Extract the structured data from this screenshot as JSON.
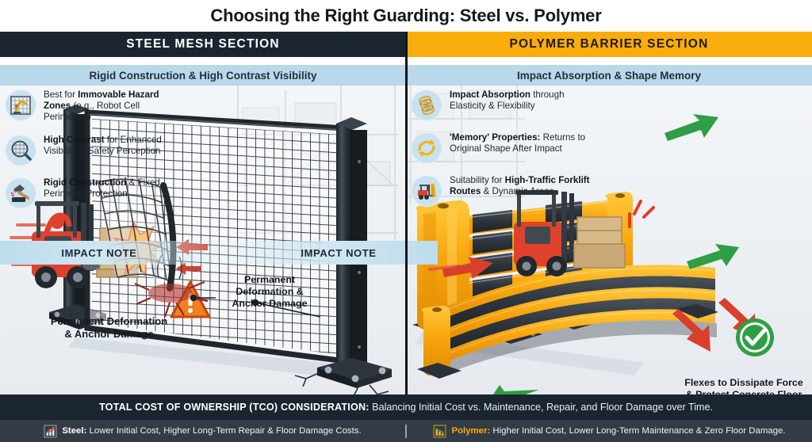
{
  "title": "Choosing the Right Guarding: Steel vs. Polymer",
  "left": {
    "header": "STEEL MESH SECTION",
    "subtitle": "Rigid Construction & High Contrast Visibility",
    "impact_note": "IMPACT NOTE",
    "features": [
      {
        "icon": "robot-arm-in-cage-icon",
        "bold1": "Immovable",
        "lead": "Best for ",
        "bold2": "Hazard Zones",
        "tail": " (e.g., Robot Cell Perimeters)"
      },
      {
        "icon": "magnifier-mesh-icon",
        "bold1": "High Contrast",
        "lead": "",
        "bold2": "",
        "tail": " for Enhanced Visibility & Safety Perception"
      },
      {
        "icon": "hammer-icon",
        "bold1": "Rigid Construction",
        "lead": "",
        "bold2": "",
        "tail": " & Fixed Perimeter Protection"
      }
    ],
    "callout_near": "Permanent Deformation\n& Anchor Damage",
    "callout_near_line1": "Permanent Deformation",
    "callout_near_line2": "& Anchor Damage",
    "callout_far_line1": "Permanent",
    "callout_far_line2": "Deformation &",
    "callout_far_line3": "Anchor Damage"
  },
  "right": {
    "header": "POLYMER BARRIER SECTION",
    "subtitle": "Impact Absorption & Shape Memory",
    "impact_note": "IMPACT NOTE",
    "features": [
      {
        "icon": "coil-spring-icon",
        "bold1": "Impact Absorption",
        "tail": " through Elasticity & Flexibility"
      },
      {
        "icon": "recycle-arrows-icon",
        "bold1": "'Memory' Properties:",
        "tail": " Returns to Original Shape After Impact"
      },
      {
        "icon": "forklift-icon",
        "bold1": "High-Traffic Forklift Routes",
        "lead": "Suitability for ",
        "tail": " & Dynamic Areas"
      }
    ],
    "callout_line1": "Flexes to Dissipate Force",
    "callout_line2": "& Protect Concrete Floor"
  },
  "tco": {
    "label": "TOTAL COST OF OWNERSHIP (TCO) CONSIDERATION:",
    "text": " Balancing Initial Cost vs. Maintenance, Repair, and Floor Damage over Time."
  },
  "legend": {
    "steel_icon": "bar-chart-up-red-icon",
    "steel_label": "Steel:",
    "steel_text": " Lower Initial Cost, Higher Long-Term Repair & Floor Damage Costs.",
    "polymer_icon": "bar-chart-down-green-icon",
    "polymer_label": "Polymer:",
    "polymer_text": " Higher Initial Cost, Lower Long-Term Maintenance & Zero Floor Damage."
  },
  "colors": {
    "navy": "#1b2530",
    "amber": "#f9ad0c",
    "pale_blue": "#b9d8e9",
    "icon_circle": "#c9e2ef",
    "legend_bg": "#333c45",
    "red": "#d94f3d",
    "green": "#2f9e44"
  }
}
